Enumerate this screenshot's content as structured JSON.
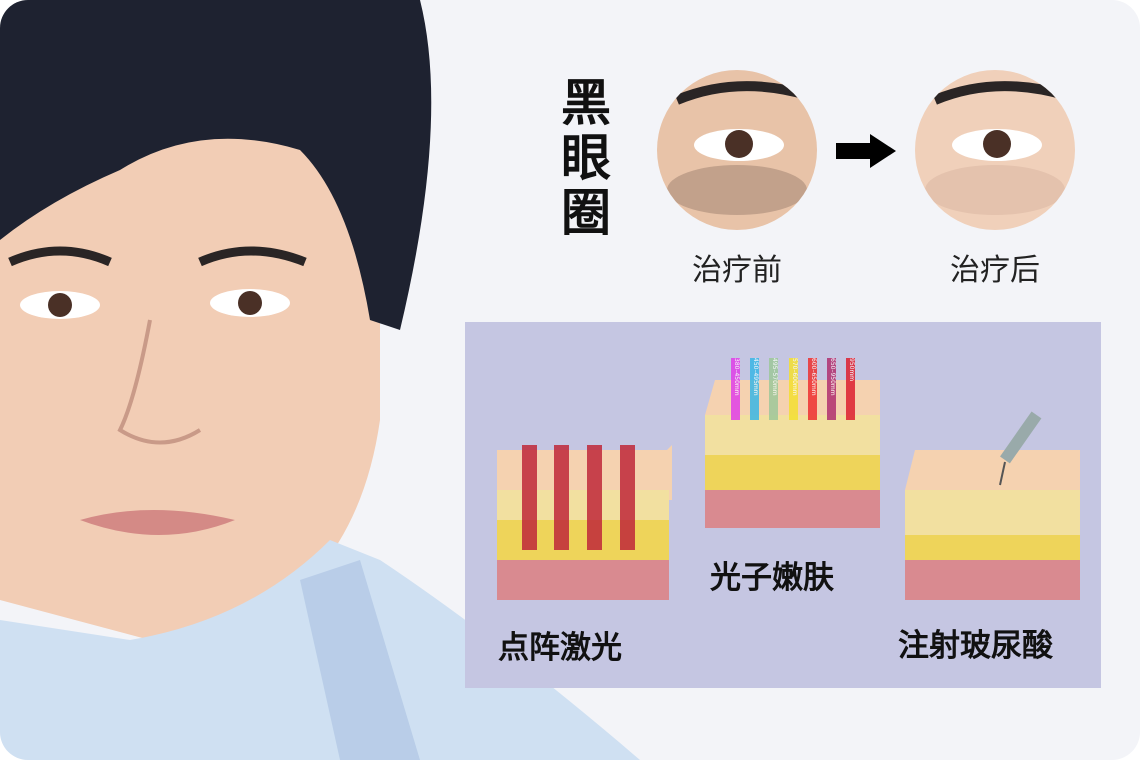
{
  "title": "黑眼圈",
  "comparison": {
    "before": "治疗前",
    "after": "治疗后"
  },
  "treatments": [
    {
      "name": "点阵激光"
    },
    {
      "name": "光子嫩肤"
    },
    {
      "name": "注射玻尿酸"
    }
  ],
  "wavelengths": [
    {
      "label": "380–450mm",
      "color": "#e040e8"
    },
    {
      "label": "450–495mm",
      "color": "#3ab6e6"
    },
    {
      "label": "495–570mm",
      "color": "#9ec89a"
    },
    {
      "label": "570–600mm",
      "color": "#f4e030"
    },
    {
      "label": "600–650mm",
      "color": "#ee3030"
    },
    {
      "label": "650–950mm",
      "color": "#b03070"
    },
    {
      "label": "950mm",
      "color": "#dd2030"
    }
  ],
  "colors": {
    "background": "#f3f4f8",
    "panel": "#c5c6e2",
    "skin_top": "#f5d2b0",
    "fat": "#eed45a",
    "muscle": "#d98a90"
  }
}
